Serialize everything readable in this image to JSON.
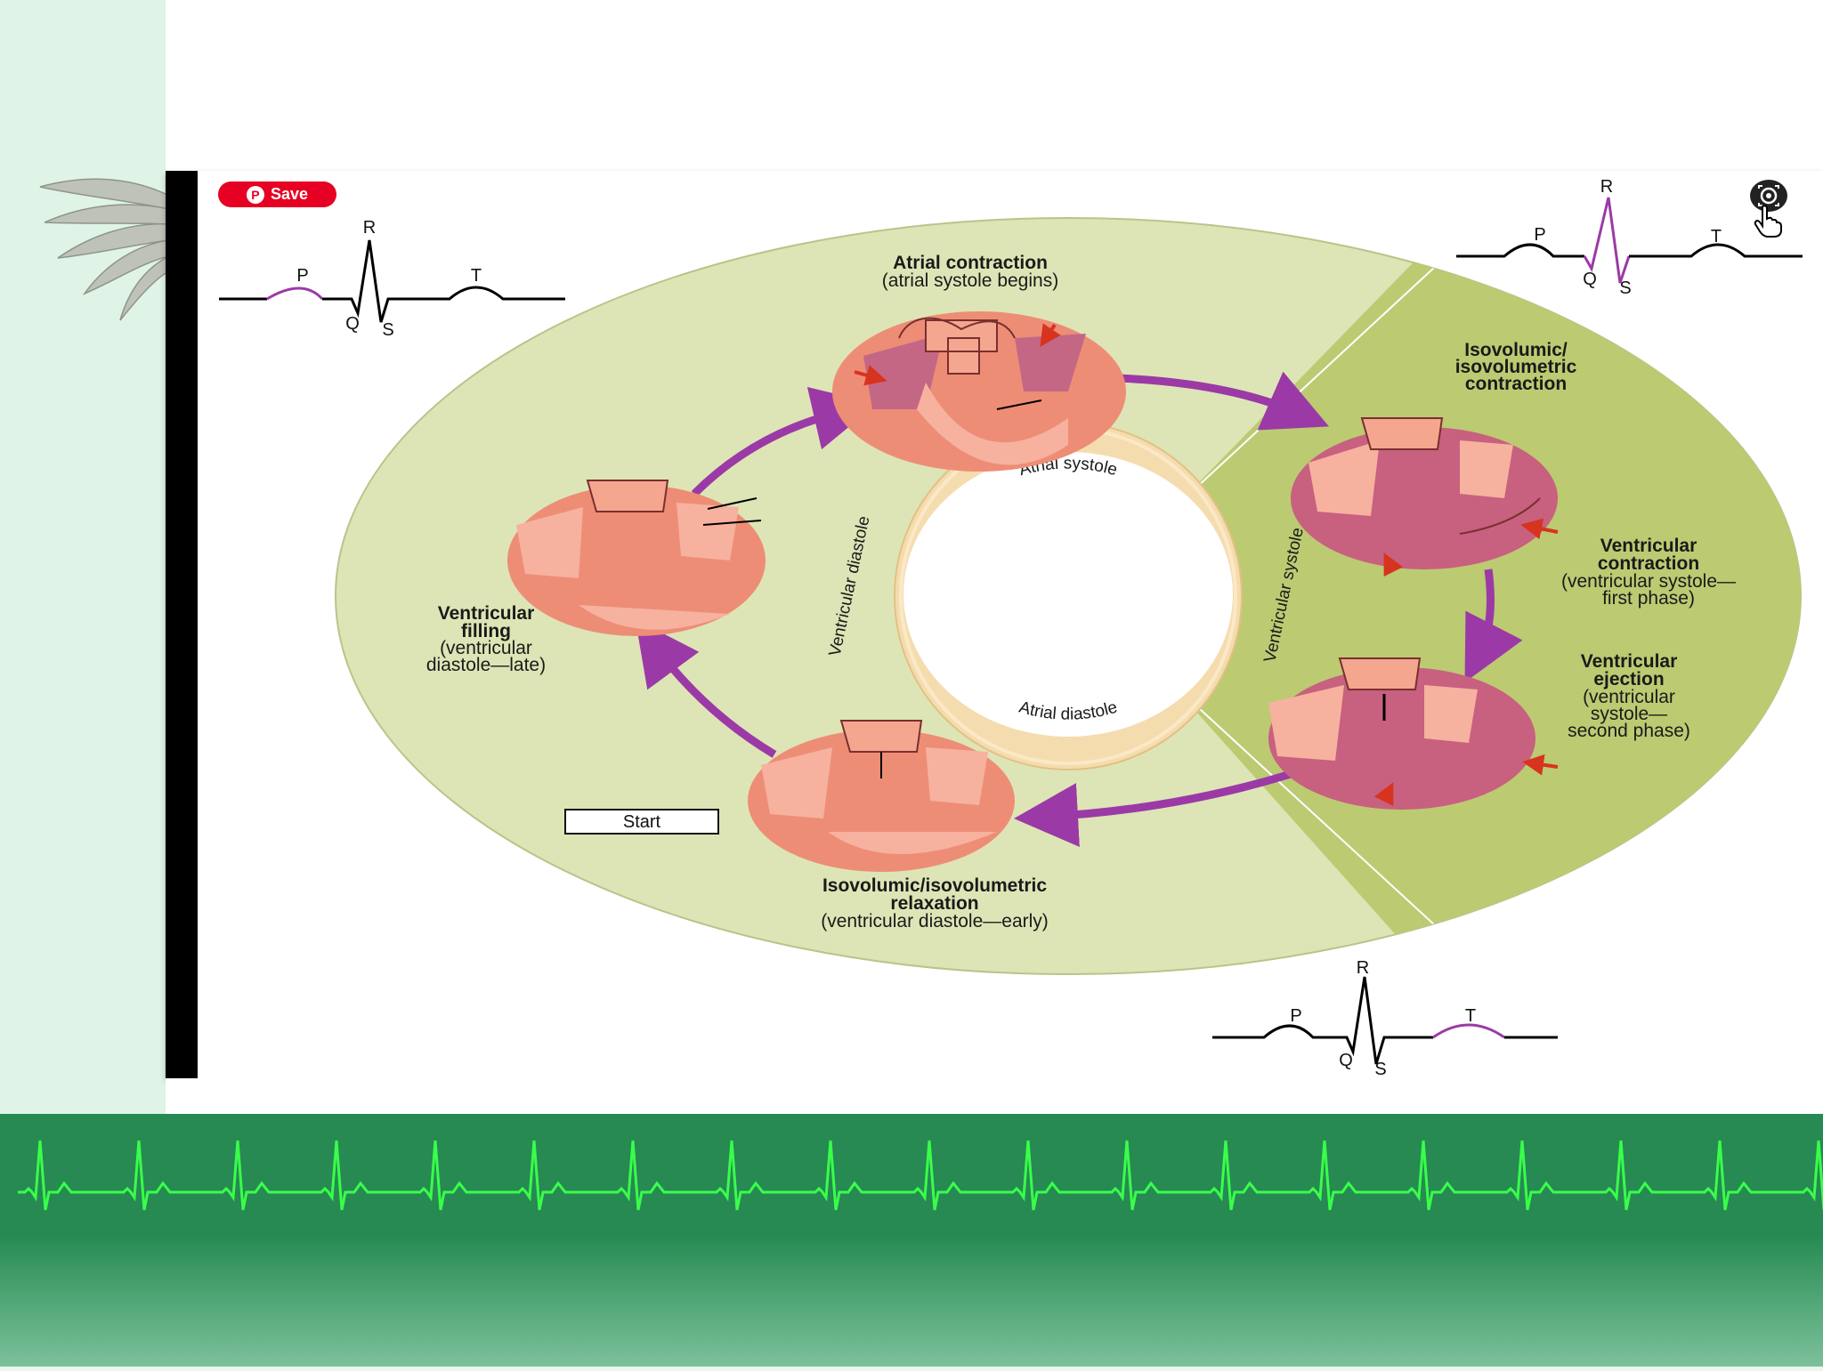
{
  "toolbar": {
    "save_label": "Save"
  },
  "icons": {
    "pin": "pinterest-icon",
    "lens": "visual-search-icon",
    "cursor": "hand-cursor-icon"
  },
  "colors": {
    "accent_purple": "#9b3aa6",
    "save_red": "#e60023",
    "band_green": "#268a52",
    "ecg_green": "#39ff4a"
  },
  "diagram": {
    "stages": {
      "atrial_contraction": {
        "title": "Atrial contraction",
        "sub": "(atrial systole begins)"
      },
      "iso_contraction": {
        "title1": "Isovolumic/",
        "title2": "isovolumetric",
        "title3": "contraction"
      },
      "vent_contraction": {
        "title1": "Ventricular",
        "title2": "contraction",
        "sub1": "(ventricular systole—",
        "sub2": "first phase)"
      },
      "vent_ejection": {
        "title1": "Ventricular",
        "title2": "ejection",
        "sub1": "(ventricular",
        "sub2": "systole—",
        "sub3": "second phase)"
      },
      "iso_relaxation": {
        "title1": "Isovolumic/isovolumetric",
        "title2": "relaxation",
        "sub": "(ventricular diastole—early)"
      },
      "vent_filling": {
        "title1": "Ventricular",
        "title2": "filling",
        "sub1": "(ventricular",
        "sub2": "diastole—late)"
      }
    },
    "ring": {
      "atrial_systole": "Atrial systole",
      "atrial_diastole": "Atrial diastole",
      "ventricular_diastole": "Ventricular diastole",
      "ventricular_systole": "Ventricular systole"
    },
    "start_label": "Start",
    "ecg_labels": {
      "p": "P",
      "q": "Q",
      "r": "R",
      "s": "S",
      "t": "T"
    }
  }
}
